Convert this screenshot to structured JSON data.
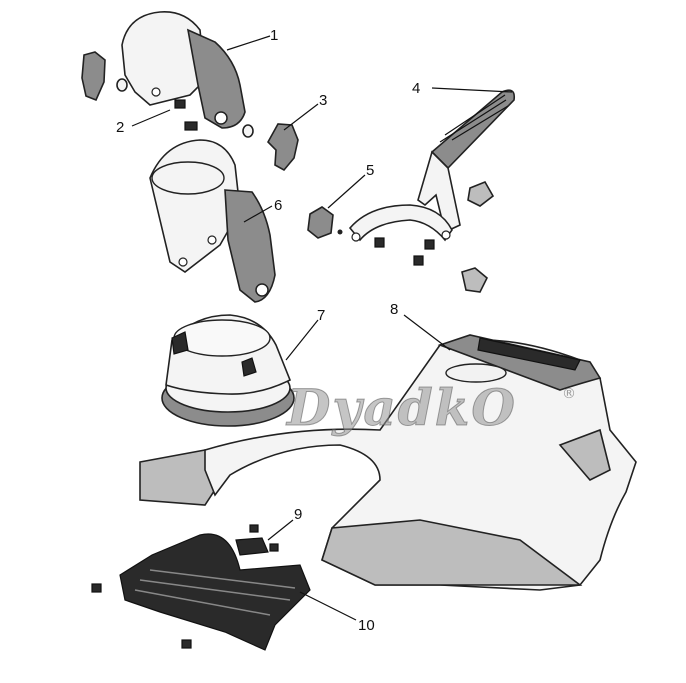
{
  "diagram": {
    "callouts": [
      {
        "id": "1",
        "label": "1"
      },
      {
        "id": "2",
        "label": "2"
      },
      {
        "id": "3",
        "label": "3"
      },
      {
        "id": "4",
        "label": "4"
      },
      {
        "id": "5",
        "label": "5"
      },
      {
        "id": "6",
        "label": "6"
      },
      {
        "id": "7",
        "label": "7"
      },
      {
        "id": "8",
        "label": "8"
      },
      {
        "id": "9",
        "label": "9"
      },
      {
        "id": "10",
        "label": "10"
      }
    ],
    "watermark": {
      "text": "DyadkO",
      "registered_mark": "®"
    }
  }
}
